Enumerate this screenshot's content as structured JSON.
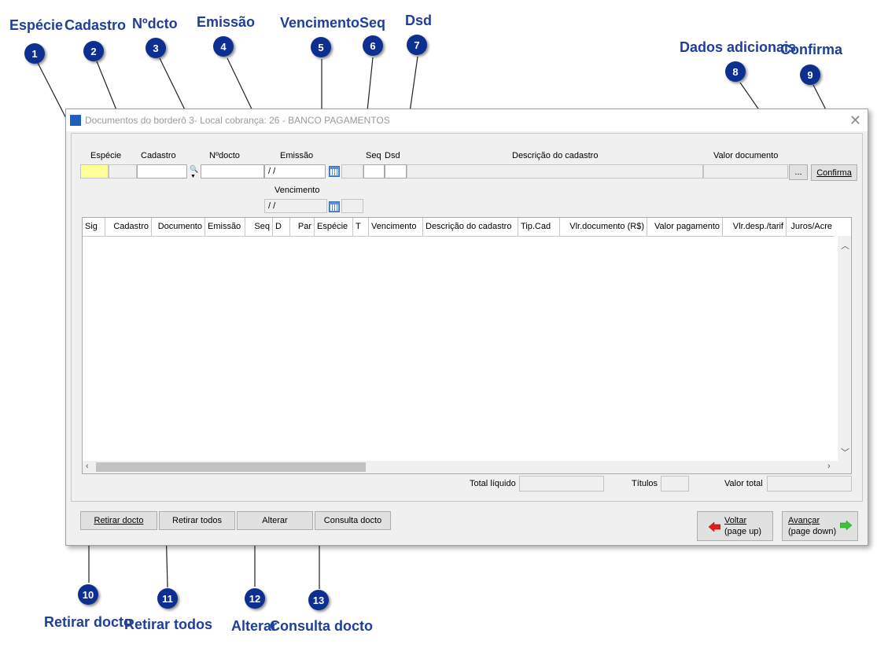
{
  "callouts": [
    {
      "num": "1",
      "label": "Espécie"
    },
    {
      "num": "2",
      "label": "Cadastro"
    },
    {
      "num": "3",
      "label": "Nºdcto"
    },
    {
      "num": "4",
      "label": "Emissão"
    },
    {
      "num": "5",
      "label": "Vencimento"
    },
    {
      "num": "6",
      "label": "Seq"
    },
    {
      "num": "7",
      "label": "Dsd"
    },
    {
      "num": "8",
      "label": "Dados adicionais"
    },
    {
      "num": "9",
      "label": "Confirma"
    },
    {
      "num": "10",
      "label": "Retirar docto"
    },
    {
      "num": "11",
      "label": "Retirar todos"
    },
    {
      "num": "12",
      "label": "Alterar"
    },
    {
      "num": "13",
      "label": "Consulta docto"
    }
  ],
  "window": {
    "title": "Documentos do borderô 3- Local cobrança: 26 - BANCO PAGAMENTOS",
    "close": "✕"
  },
  "form": {
    "especie_label": "Espécie",
    "cadastro_label": "Cadastro",
    "ndocto_label": "Nºdocto",
    "emissao_label": "Emissão",
    "emissao_value": "/ /",
    "seq_label": "Seq",
    "dsd_label": "Dsd",
    "descricao_label": "Descrição do cadastro",
    "valor_label": "Valor documento",
    "vencimento_label": "Vencimento",
    "vencimento_value": "/ /",
    "dados_btn": "...",
    "confirma_btn": "Confirma"
  },
  "grid": {
    "columns": [
      "Sig",
      "Cadastro",
      "Documento",
      "Emissão",
      "Seq",
      "D",
      "Par",
      "Espécie",
      "T",
      "Vencimento",
      "Descrição do cadastro",
      "Tip.Cad",
      "Vlr.documento (R$)",
      "Valor pagamento",
      "Vlr.desp./tarif",
      "Juros/Acre"
    ],
    "rows": []
  },
  "totals": {
    "total_liquido_label": "Total líquido",
    "titulos_label": "Títulos",
    "valor_total_label": "Valor total"
  },
  "buttons": {
    "retirar_docto": "Retirar docto",
    "retirar_todos": "Retirar todos",
    "alterar": "Alterar",
    "consulta_docto": "Consulta docto",
    "voltar_line1": "Voltar",
    "voltar_line2": "(page up)",
    "avancar_line1": "Avançar",
    "avancar_line2": "(page down)"
  }
}
